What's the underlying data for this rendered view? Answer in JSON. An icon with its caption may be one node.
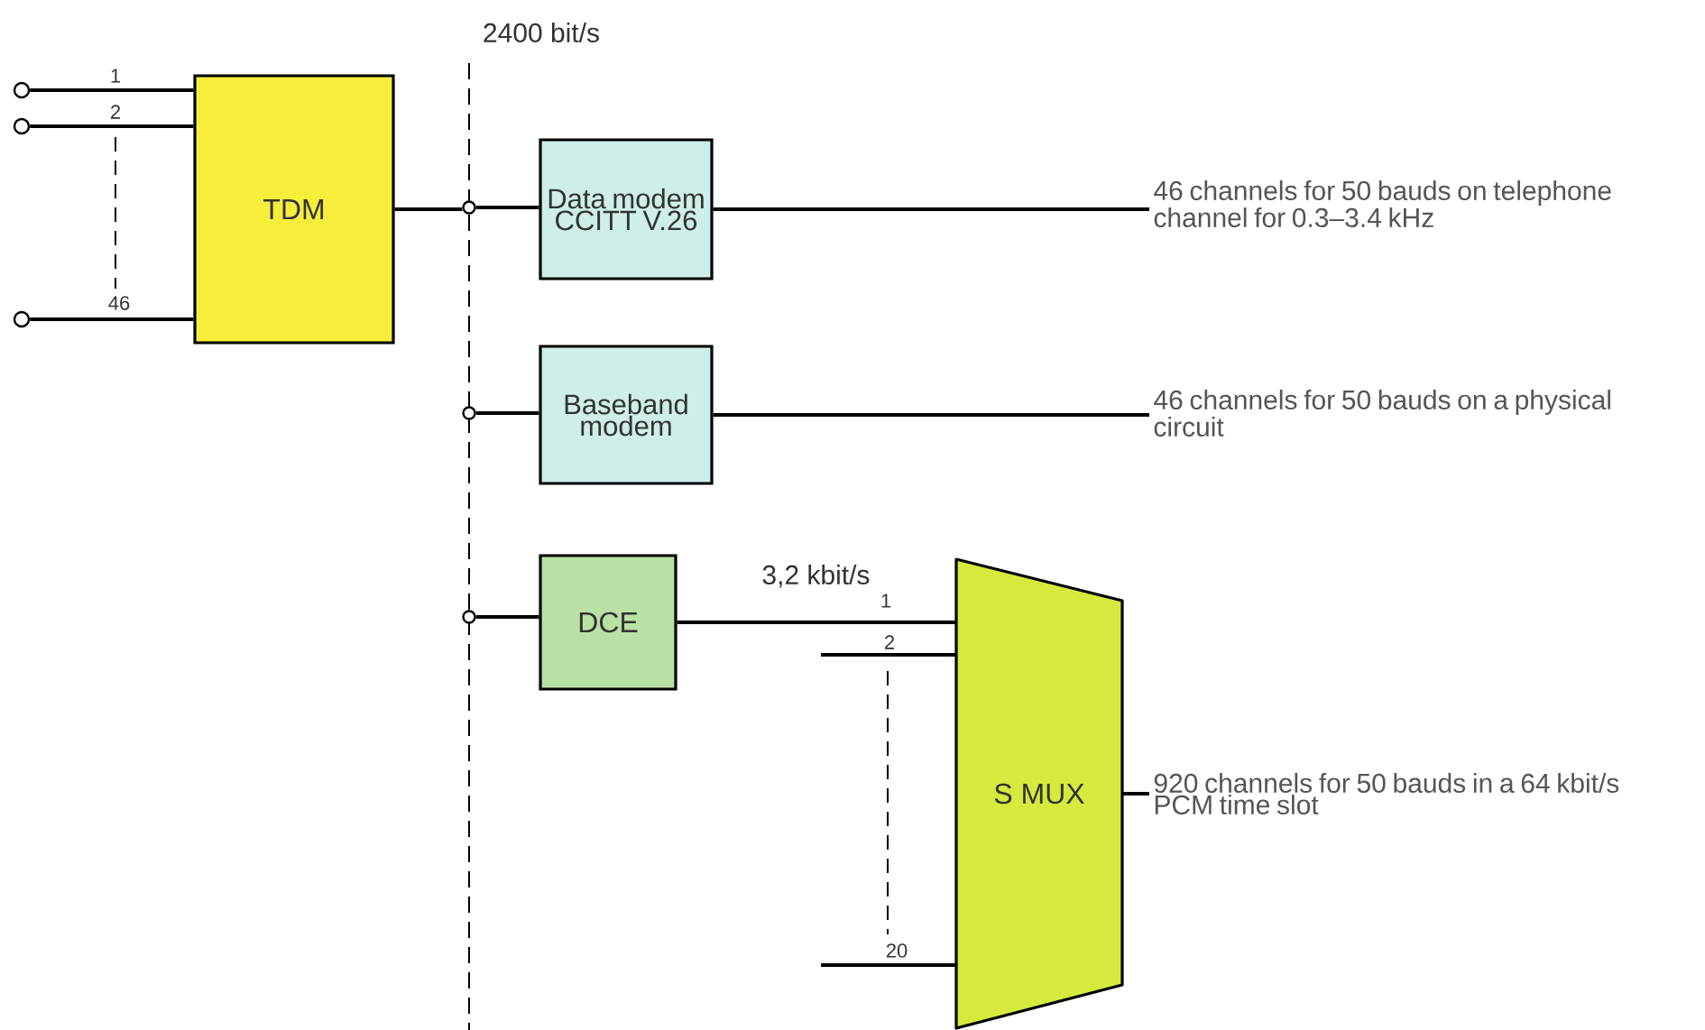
{
  "diagram": {
    "nodes": [
      {
        "text": [],
        "shape": "circle"
      },
      {
        "text": [],
        "shape": "circle"
      },
      {
        "text": [],
        "shape": "circle"
      },
      {
        "text": [
          "TDM"
        ]
      },
      {
        "text": [],
        "shape": "circle"
      },
      {
        "text": [
          "Data modem CCITT V.26"
        ]
      },
      {
        "text": [
          "46 channels for 50 bauds on telephone channel for 0.3–3.4 kHz"
        ]
      },
      {
        "text": [],
        "shape": "circle"
      },
      {
        "text": [
          "Baseband modem"
        ]
      },
      {
        "text": [
          "46 channels for 50 bauds on a physical circuit"
        ]
      },
      {
        "text": [],
        "shape": "circle"
      },
      {
        "text": [
          "DCE"
        ]
      },
      {
        "text": [
          "S MUX"
        ]
      },
      {
        "text": [
          "920 channels for 50 bauds in a 64 kbit/s PCM time slot"
        ]
      }
    ],
    "edges": [
      {
        "from": 0,
        "to": 3,
        "arrow": "none"
      },
      {
        "from": 1,
        "to": 3,
        "arrow": "none"
      },
      {
        "from": 2,
        "to": 3,
        "arrow": "none"
      },
      {
        "from": 3,
        "to": 4,
        "arrow": "none"
      },
      {
        "from": 4,
        "to": 5,
        "arrow": "none"
      },
      {
        "from": 5,
        "to": 6,
        "arrow": "none"
      },
      {
        "from": 7,
        "to": 8,
        "arrow": "none"
      },
      {
        "from": 8,
        "to": 9,
        "arrow": "none"
      },
      {
        "from": 10,
        "to": 11,
        "arrow": "none"
      },
      {
        "from": 11,
        "to": 12,
        "arrow": "none",
        "label": "3,2 kbit/s"
      },
      {
        "from": null,
        "to": 12,
        "arrow": "none"
      },
      {
        "from": null,
        "to": 12,
        "arrow": "none"
      },
      {
        "from": 12,
        "to": 13,
        "arrow": "none"
      }
    ],
    "labels": [
      "2400 bit/s",
      "1",
      "2",
      "46",
      "1",
      "2",
      "20"
    ]
  }
}
